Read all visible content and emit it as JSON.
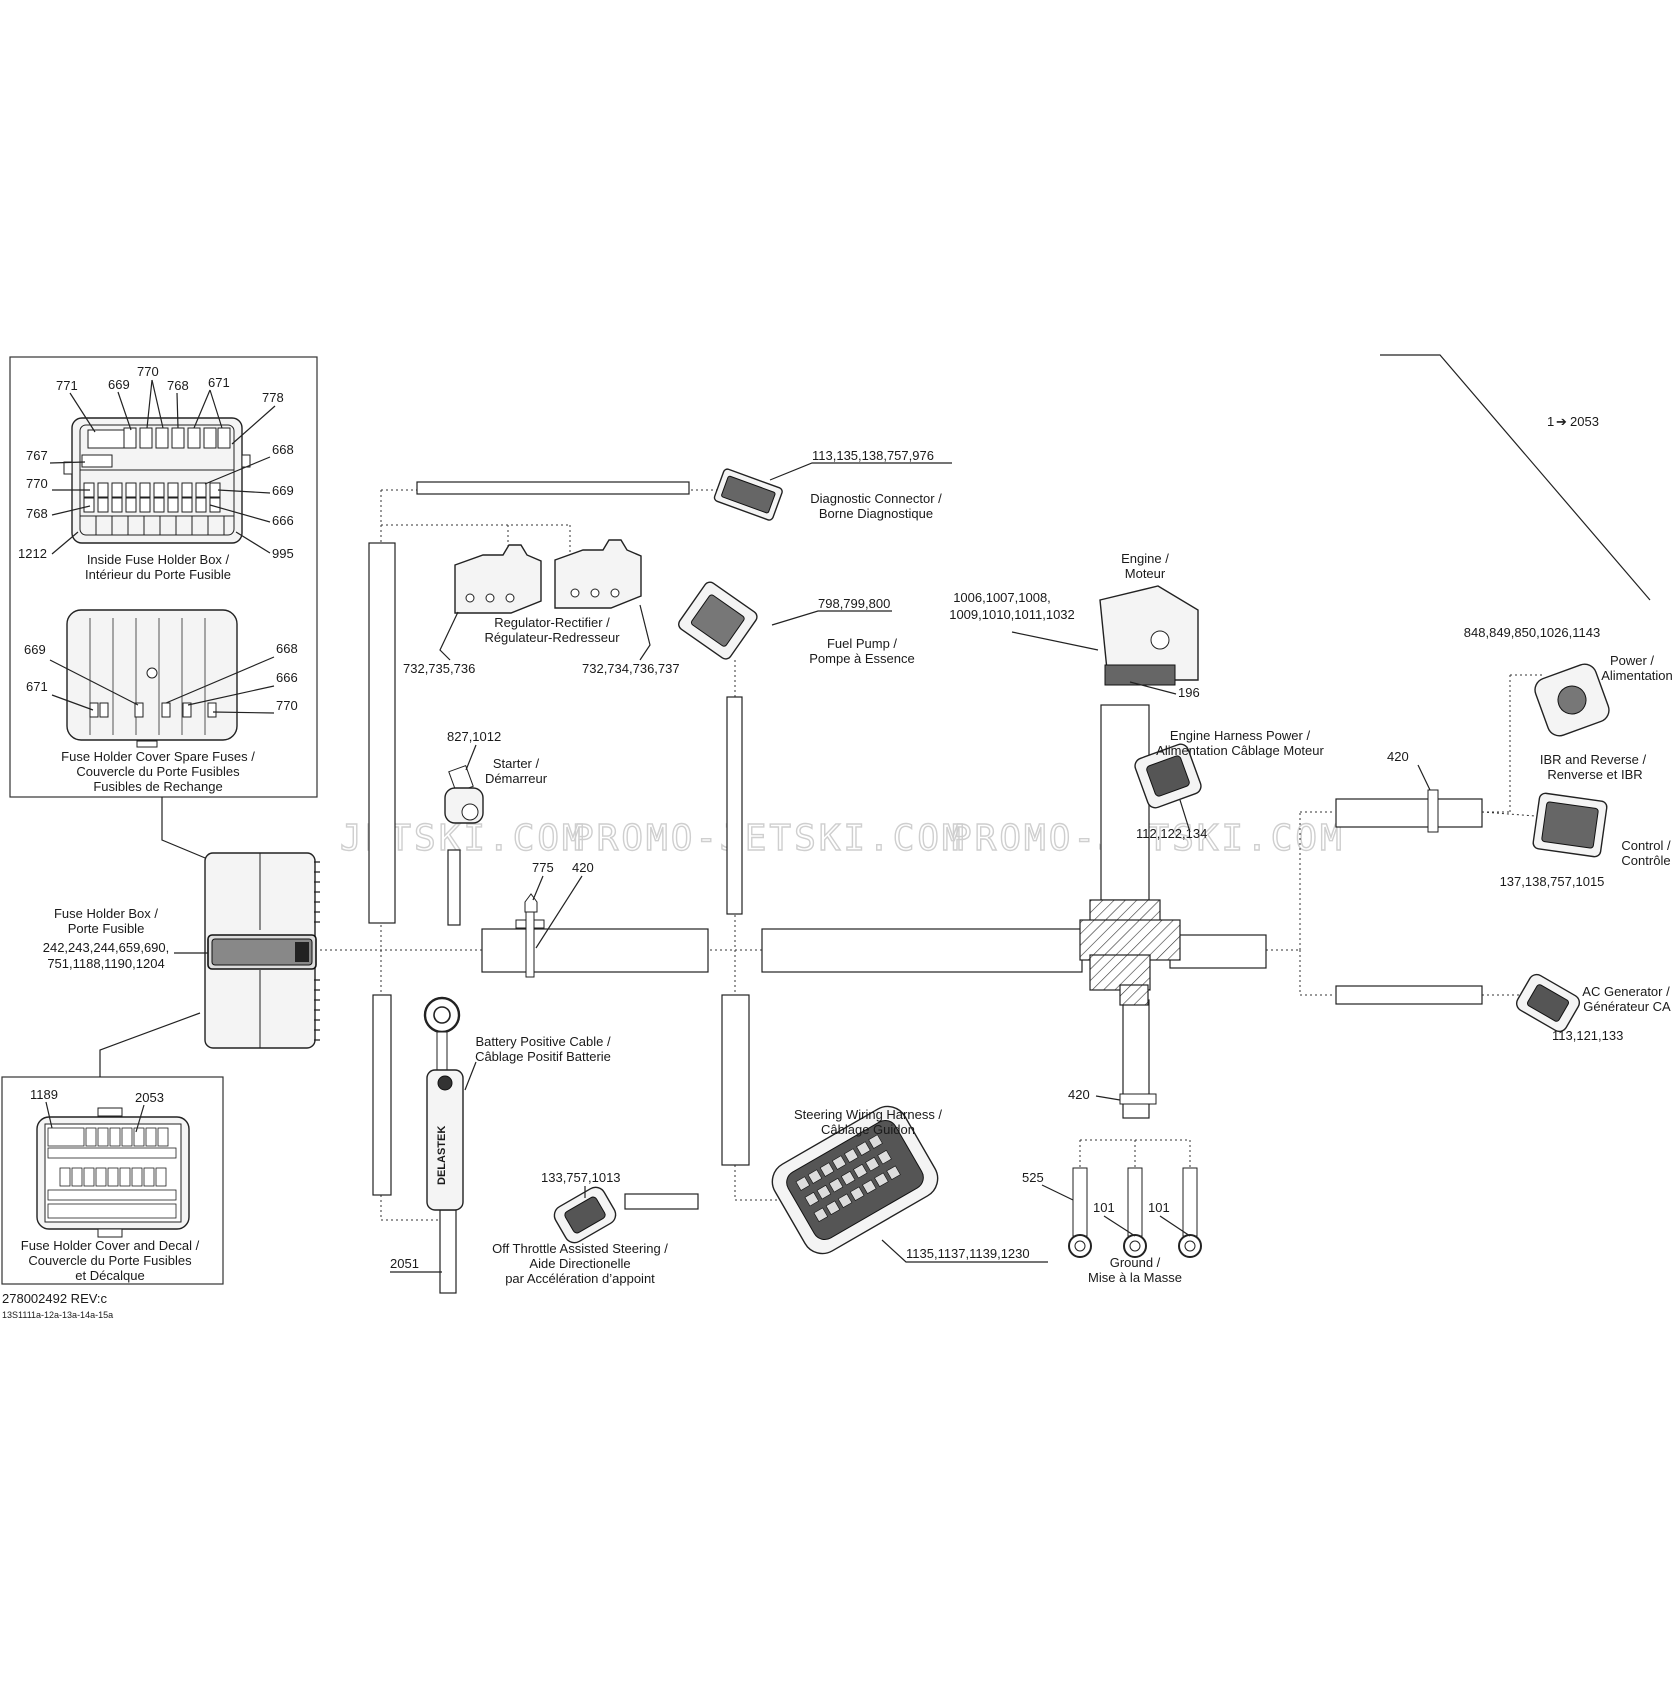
{
  "callouts": {
    "c771": "771",
    "c669a": "669",
    "c770a": "770",
    "c768a": "768",
    "c671a": "671",
    "c778": "778",
    "c767": "767",
    "c668a": "668",
    "c770b": "770",
    "c669b": "669",
    "c768b": "768",
    "c666a": "666",
    "c1212": "1212",
    "c995": "995",
    "c669c": "669",
    "c668b": "668",
    "c671b": "671",
    "c666b": "666",
    "c770c": "770",
    "c1189": "1189",
    "c2053": "2053",
    "diag_nums": "113,135,138,757,976",
    "reg_left": "732,735,736",
    "reg_right": "732,734,736,737",
    "fuel_nums": "798,799,800",
    "starter_nums": "827,1012",
    "c775": "775",
    "c420a": "420",
    "c420b": "420",
    "c420c": "420",
    "engine_nums_1": "1006,1007,1008,",
    "engine_nums_2": "1009,1010,1011,1032",
    "c196": "196",
    "ehp_nums": "112,122,134",
    "power_nums": "848,849,850,1026,1143",
    "control_nums": "137,138,757,1015",
    "acgen_nums": "113,121,133",
    "c525": "525",
    "c101a": "101",
    "c101b": "101",
    "steer_nums": "1135,1137,1139,1230",
    "ots_nums": "133,757,1013",
    "c2051": "2051",
    "fuse_box_nums_1": "242,243,244,659,690,",
    "fuse_box_nums_2": "751,1188,1190,1204",
    "ref_arrow": "1",
    "ref_target": "2053"
  },
  "labels": {
    "inside_fuse_1": "Inside Fuse Holder Box /",
    "inside_fuse_2": "Intérieur du Porte Fusible",
    "cover_spare_1": "Fuse Holder Cover Spare Fuses /",
    "cover_spare_2": "Couvercle du Porte Fusibles",
    "cover_spare_3": "Fusibles de Rechange",
    "fuse_box_1": "Fuse Holder Box /",
    "fuse_box_2": "Porte Fusible",
    "cover_decal_1": "Fuse Holder Cover and Decal /",
    "cover_decal_2": "Couvercle du Porte Fusibles",
    "cover_decal_3": "et Décalque",
    "diag_1": "Diagnostic Connector /",
    "diag_2": "Borne Diagnostique",
    "reg_1": "Regulator-Rectifier /",
    "reg_2": "Régulateur-Redresseur",
    "fuel_1": "Fuel Pump /",
    "fuel_2": "Pompe à Essence",
    "starter_1": "Starter /",
    "starter_2": "Démarreur",
    "battery_1": "Battery Positive Cable /",
    "battery_2": "Câblage Positif Batterie",
    "engine_1": "Engine /",
    "engine_2": "Moteur",
    "ehp_1": "Engine Harness Power /",
    "ehp_2": "Alimentation Câblage Moteur",
    "power_1": "Power /",
    "power_2": "Alimentation",
    "ibr_1": "IBR and Reverse /",
    "ibr_2": "Renverse et IBR",
    "control_1": "Control /",
    "control_2": "Contrôle",
    "acgen_1": "AC Generator /",
    "acgen_2": "Générateur  CA",
    "steer_1": "Steering Wiring Harness /",
    "steer_2": "Câblage Guidon",
    "ots_1": "Off Throttle Assisted Steering /",
    "ots_2": "Aide Directionelle",
    "ots_3": "par Accélération d’appoint",
    "ground_1": "Ground /",
    "ground_2": "Mise à la Masse",
    "delastek": "DELASTEK"
  },
  "footer": {
    "part_ref": "278002492 REV:c",
    "drawing_ref": "13S1111a-12a-13a-14a-15a"
  },
  "watermark": {
    "w1": "JETSKI.COM",
    "w2": "PROMO-JETSKI.COM",
    "w3": "PROMO-JETSKI.COM"
  }
}
